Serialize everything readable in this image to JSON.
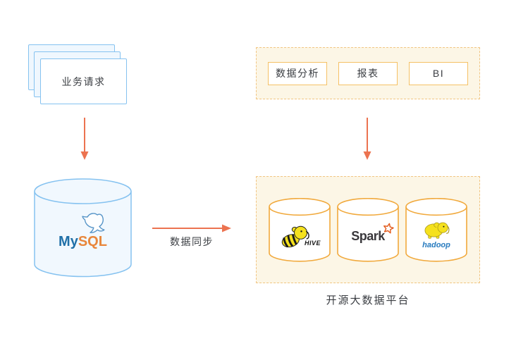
{
  "business_requests": {
    "label": "业务请求"
  },
  "mysql": {
    "label_my": "My",
    "label_sql": "SQL"
  },
  "sync": {
    "label": "数据同步"
  },
  "analytics": {
    "items": [
      {
        "label": "数据分析"
      },
      {
        "label": "报表"
      },
      {
        "label": "BI"
      }
    ]
  },
  "platform": {
    "caption": "开源大数据平台",
    "cylinders": [
      {
        "name": "hive",
        "label": "HIVE"
      },
      {
        "name": "spark",
        "label": "Spark"
      },
      {
        "name": "hadoop",
        "label": "hadoop"
      }
    ]
  },
  "icons": {
    "mysql": "dolphin-icon",
    "hive": "bee-elephant-mascot-icon",
    "spark": "star-icon",
    "hadoop": "elephant-icon",
    "connectors": "arrow-icon"
  },
  "colors": {
    "card_border": "#85C2F0",
    "card_back_fill": "#EFF7FE",
    "blue_cylinder_fill": "#F1F8FE",
    "arrow": "#EC7350",
    "dashed_border": "#F1C583",
    "group_fill": "#FCF6E6",
    "item_box_border": "#F5C165",
    "orange_cylinder_border": "#F1A93C",
    "text": "#3A3D42",
    "mysql_blue": "#2070A8",
    "mysql_orange": "#E8863B",
    "spark_orange": "#E25A1C",
    "hadoop_blue": "#2F7FC0",
    "logo_yellow": "#F5E11E"
  }
}
